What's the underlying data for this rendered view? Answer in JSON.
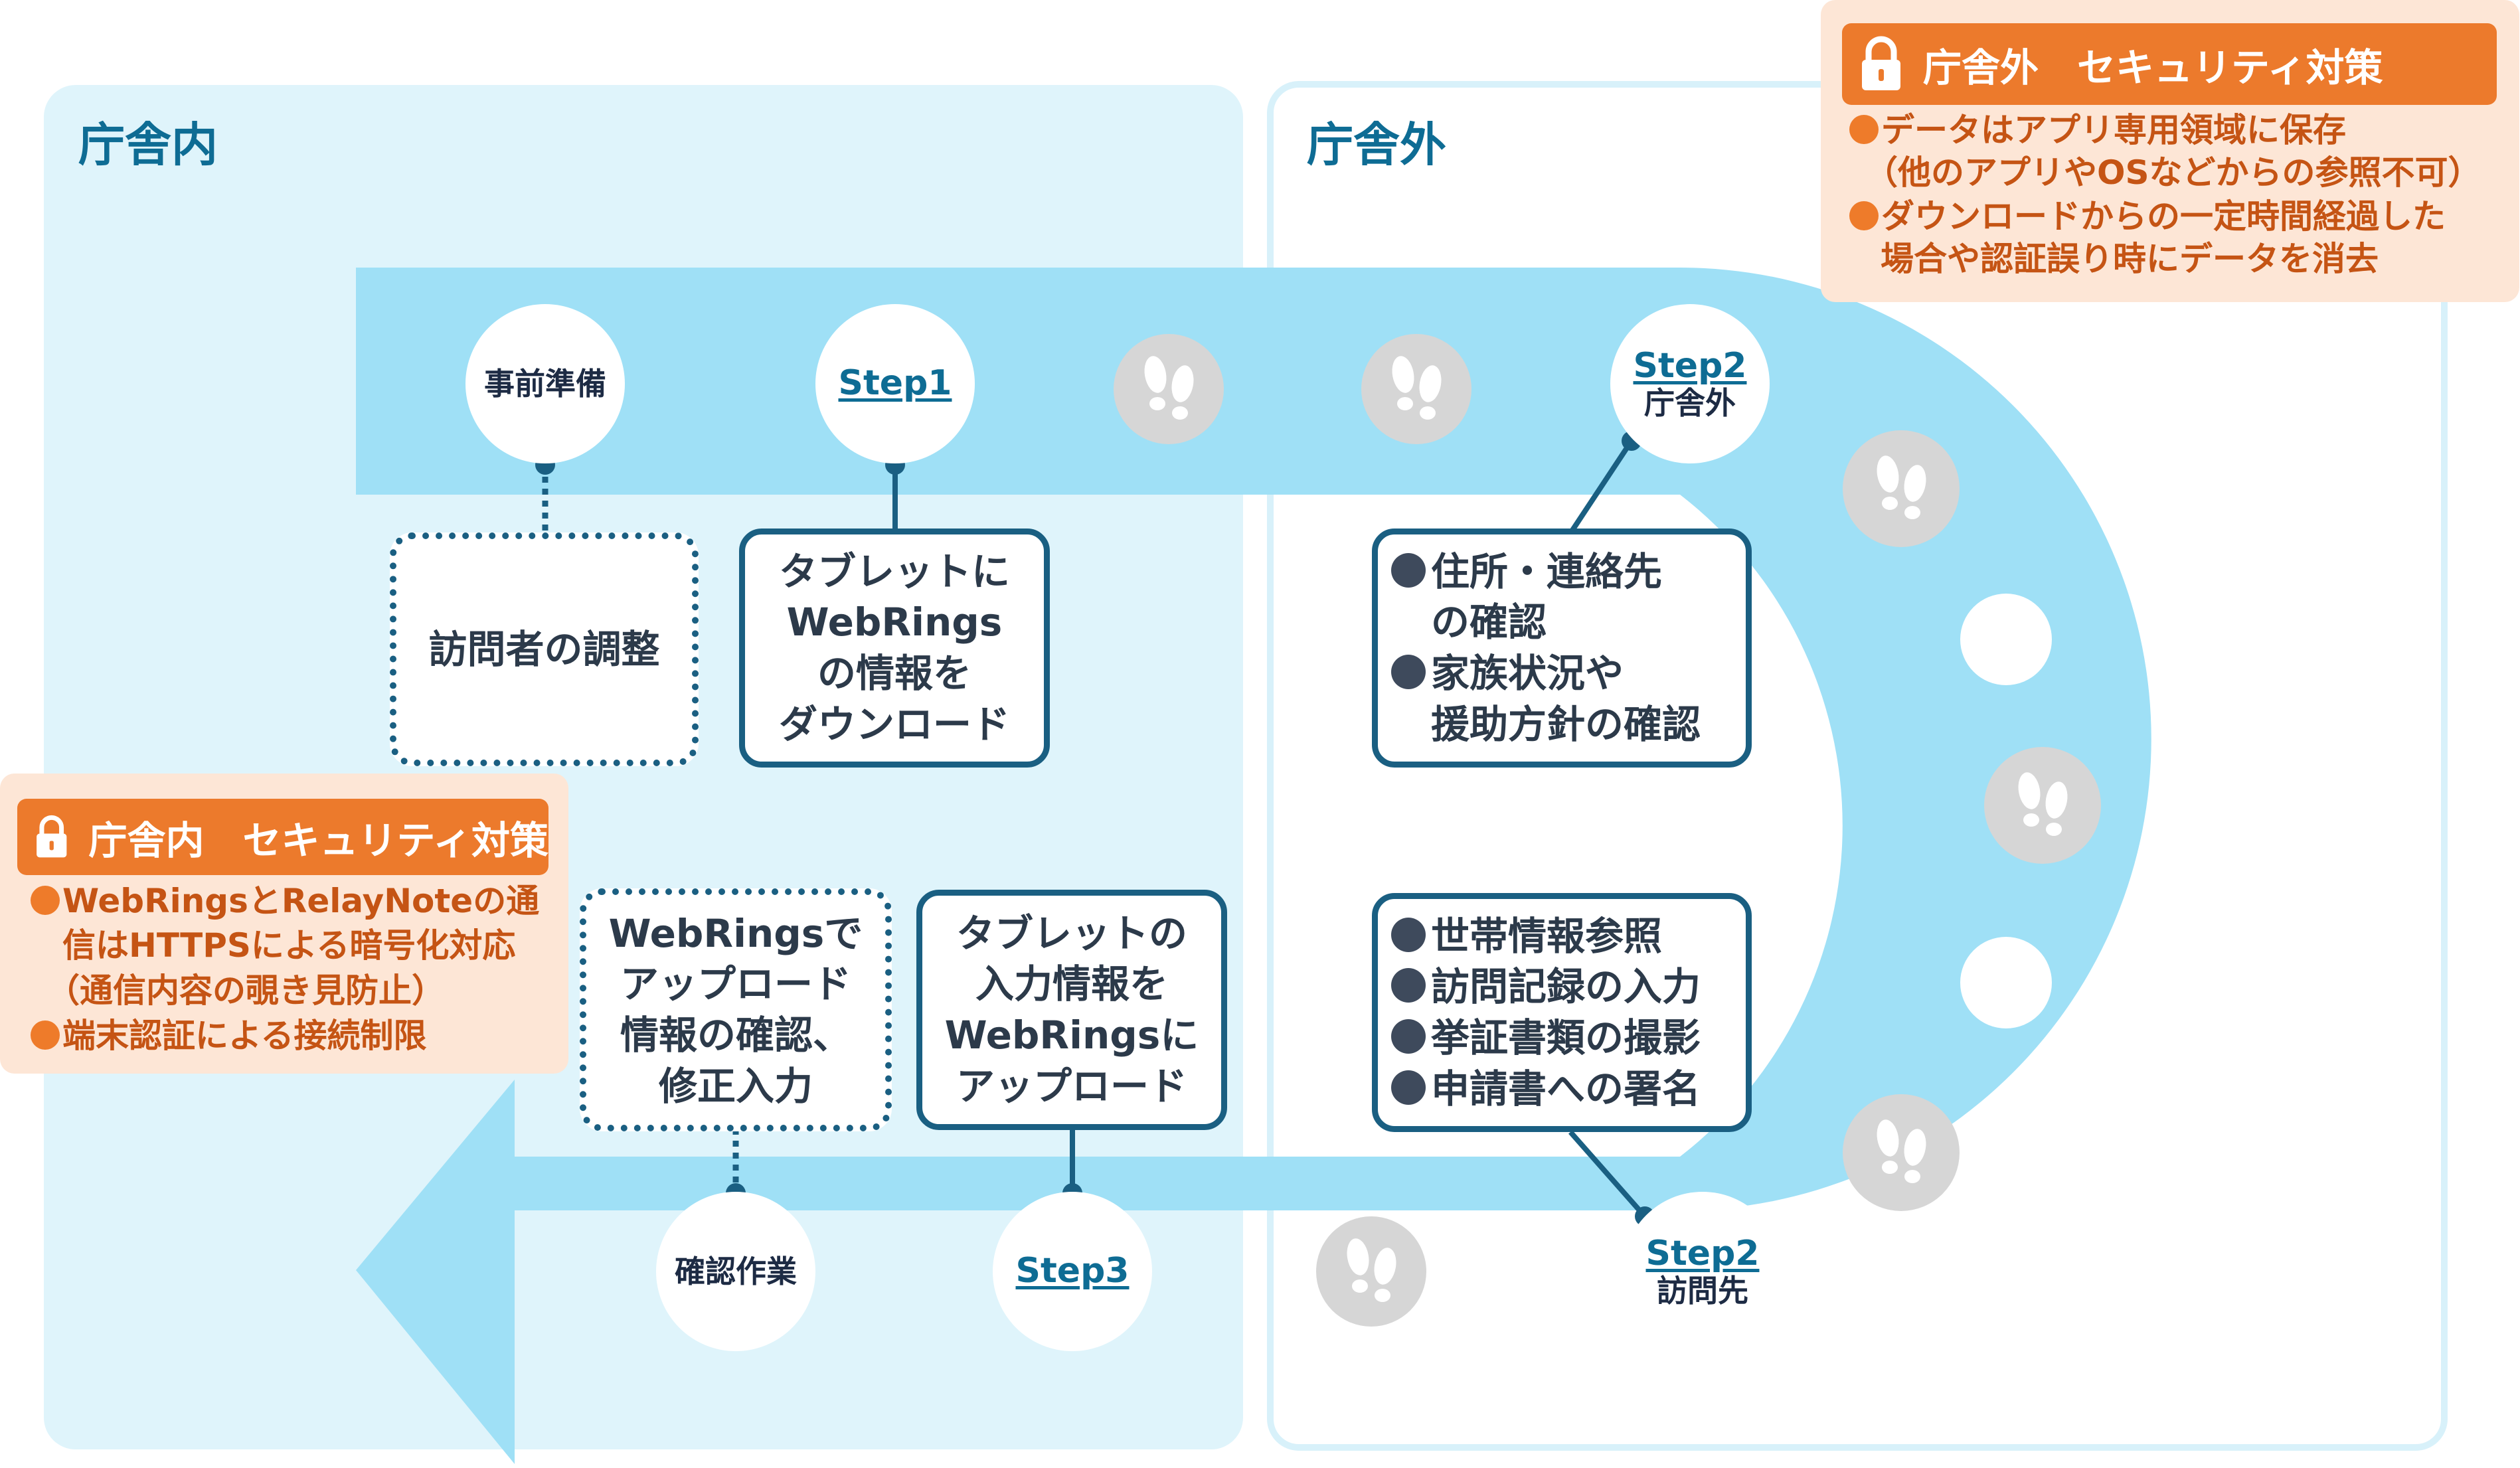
{
  "regions": {
    "inside": {
      "title": "庁舎内"
    },
    "outside": {
      "title": "庁舎外"
    }
  },
  "nodes": {
    "prep": {
      "label": "事前準備"
    },
    "step1": {
      "label": "Step1"
    },
    "step2_outside": {
      "label": "Step2",
      "sub": "庁舎外"
    },
    "step2_visit": {
      "label": "Step2",
      "sub": "訪問先"
    },
    "step3": {
      "label": "Step3"
    },
    "confirm_work": {
      "label": "確認作業"
    }
  },
  "boxes": {
    "visitor_adjust": {
      "lines": [
        "訪問者の調整"
      ]
    },
    "download": {
      "lines": [
        "タブレットに",
        "WebRings",
        "の情報を",
        "ダウンロード"
      ]
    },
    "address_check": {
      "items": [
        {
          "lines": [
            "住所・連絡先",
            "の確認"
          ]
        },
        {
          "lines": [
            "家族状況や",
            "援助方針の確認"
          ]
        }
      ]
    },
    "household": {
      "items": [
        {
          "lines": [
            "世帯情報参照"
          ]
        },
        {
          "lines": [
            "訪問記録の入力"
          ]
        },
        {
          "lines": [
            "挙証書類の撮影"
          ]
        },
        {
          "lines": [
            "申請書への署名"
          ]
        }
      ]
    },
    "upload": {
      "lines": [
        "タブレットの",
        "入力情報を",
        "WebRingsに",
        "アップロード"
      ]
    },
    "upload_confirm": {
      "lines": [
        "WebRingsで",
        "アップロード",
        "情報の確認、",
        "修正入力"
      ]
    }
  },
  "security_outside": {
    "title": "庁舎外　セキュリティ対策",
    "items": [
      {
        "lines": [
          "データはアプリ専用領域に保存",
          "（他のアプリやOSなどからの参照不可）"
        ]
      },
      {
        "lines": [
          "ダウンロードからの一定時間経過した",
          "場合や認証誤り時にデータを消去"
        ]
      }
    ]
  },
  "security_inside": {
    "title": "庁舎内　セキュリティ対策",
    "items": [
      {
        "lines": [
          "WebRingsとRelayNoteの通",
          "信はHTTPSによる暗号化対応",
          "（通信内容の覗き見防止）"
        ]
      },
      {
        "lines": [
          "端末認証による接続制限"
        ]
      }
    ]
  },
  "icons": {
    "footprints": "footprints-icon",
    "lock": "lock-icon"
  },
  "colors": {
    "track": "#9fe0f6",
    "inside_bg": "#dff4fb",
    "outside_border": "#d8f1fa",
    "accent_blue": "#0e6c94",
    "box_border": "#1a5f82",
    "security_orange": "#ec7a2c",
    "security_bg": "#fde6d6",
    "security_text": "#c55414",
    "footprint_circle": "#d6d6d6"
  }
}
